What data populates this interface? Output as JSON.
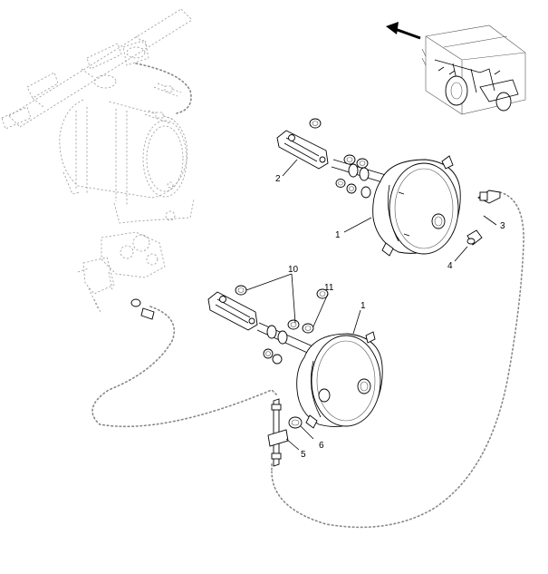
{
  "callouts": {
    "c1a": "1",
    "c1b": "1",
    "c2": "2",
    "c3": "3",
    "c4": "4",
    "c5": "5",
    "c6": "6",
    "c10": "10",
    "c11": "11"
  },
  "colors": {
    "line": "#000000",
    "ghost_line": "#9a9a9a",
    "hose": "#888888",
    "background": "#ffffff"
  },
  "icons": {
    "direction": "arrow-left-icon",
    "vehicle": "vehicle-location-icon"
  }
}
